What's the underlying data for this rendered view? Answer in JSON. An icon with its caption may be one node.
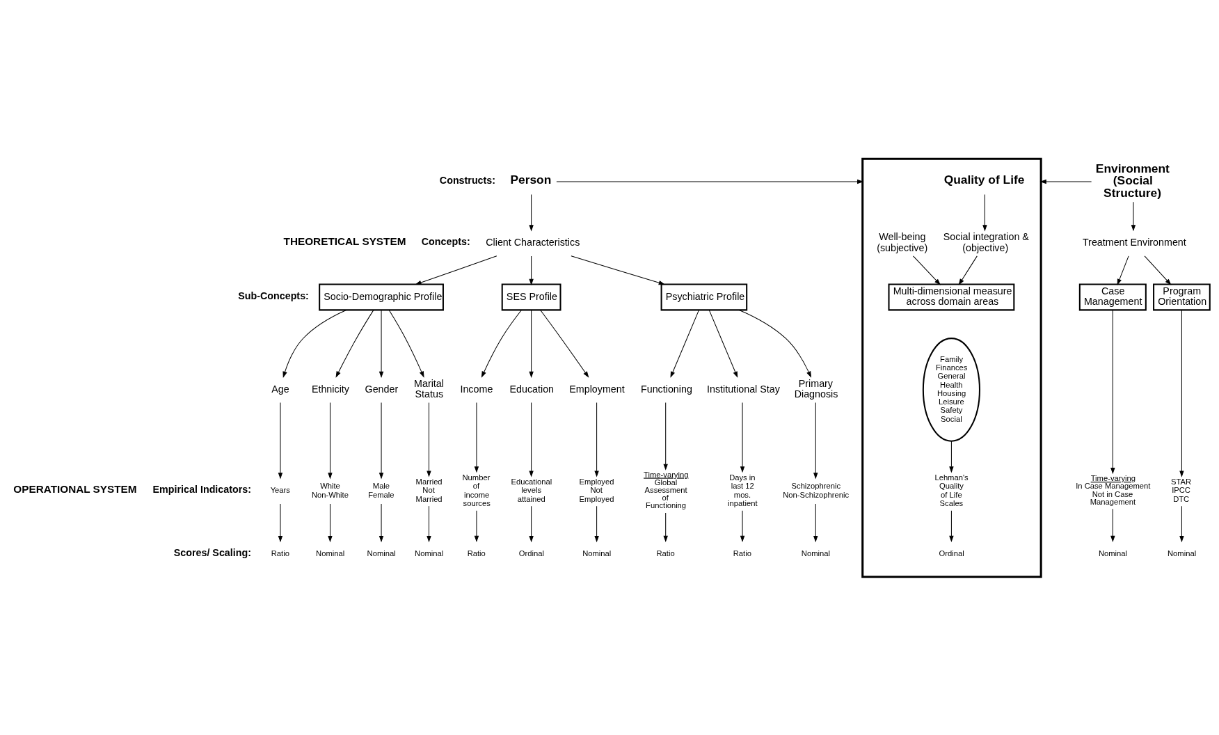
{
  "diagram": {
    "nodes": [
      {
        "text": [
          "Person"
        ]
      },
      {
        "text": [],
        "shape": "box"
      },
      {
        "text": [
          "Quality of Life"
        ],
        "in": 1
      },
      {
        "text": [
          "Environment (Social Structure)"
        ]
      },
      {
        "text": [
          "Client Characteristics"
        ]
      },
      {
        "text": [
          "Social integration & (objective)"
        ],
        "in": 1
      },
      {
        "text": [
          "Well-being (subjective)"
        ],
        "in": 1
      },
      {
        "text": [
          "Treatment Environment"
        ]
      },
      {
        "text": [
          "Socio-Demographic Profile"
        ]
      },
      {
        "text": [
          "SES Profile"
        ]
      },
      {
        "text": [
          "Psychiatric Profile"
        ]
      },
      {
        "text": [
          "Multi-dimensional measure across domain areas"
        ],
        "in": 1
      },
      {
        "text": [
          "Case Management"
        ]
      },
      {
        "text": [
          "Program Orientation"
        ]
      },
      {
        "text": [
          "Income"
        ]
      },
      {
        "text": [
          "Education"
        ]
      },
      {
        "text": [
          "Functioning"
        ]
      },
      {
        "text": [
          "Institutional Stay"
        ]
      },
      {
        "text": [
          "Family Finances General Health Housing Leisure Safety Social"
        ],
        "in": 1
      },
      {
        "text": [
          "Age"
        ]
      },
      {
        "text": [
          "Ethnicity"
        ]
      },
      {
        "text": [
          "Gender"
        ]
      },
      {
        "text": [
          "Marital Status"
        ]
      },
      {
        "text": [
          "Employment"
        ]
      },
      {
        "text": [
          "Primary Diagnosis"
        ]
      },
      {
        "text": [
          "Years"
        ]
      },
      {
        "text": [
          "White Non-White"
        ]
      },
      {
        "text": [
          "Male Female"
        ]
      },
      {
        "text": [
          "Married Not Married"
        ]
      },
      {
        "text": [
          "Number of income sources"
        ]
      },
      {
        "text": [
          "Employed Not Employed"
        ]
      },
      {
        "text": [
          "Educational levels attained"
        ]
      },
      {
        "text": [
          "Time-varying",
          "Global Assessment of Functioning"
        ]
      },
      {
        "text": [
          "Schizophrenic Non-Schizophrenic"
        ]
      },
      {
        "text": [
          "Days in last 12 mos. inpatient"
        ]
      },
      {
        "text": [
          "Lehman's Quality of Life Scales"
        ],
        "in": 1
      },
      {
        "text": [
          "Time-varying",
          "In Case Management Not in Case Management"
        ]
      },
      {
        "text": [
          "STAR IPCC DTC"
        ]
      },
      {
        "text": [
          "Ratio"
        ]
      },
      {
        "text": [
          "Nominal"
        ]
      },
      {
        "text": [
          "Nominal"
        ]
      },
      {
        "text": [
          "Nominal"
        ]
      },
      {
        "text": [
          "Ratio"
        ]
      },
      {
        "text": [
          "Nominal"
        ]
      },
      {
        "text": [
          "Ordinal"
        ]
      },
      {
        "text": [
          "Ratio"
        ]
      },
      {
        "text": [
          "Nominal"
        ]
      },
      {
        "text": [
          "Ratio"
        ]
      },
      {
        "text": [
          "Ordinal"
        ],
        "in": 1
      },
      {
        "text": [
          "Nominal"
        ]
      },
      {
        "text": [
          "Nominal"
        ]
      }
    ],
    "edges": [
      {
        "from": 0,
        "to": 1,
        "arrow": "to"
      },
      {
        "from": 3,
        "to": 1,
        "arrow": "to"
      },
      {
        "from": 0,
        "to": 4,
        "arrow": "to"
      },
      {
        "from": 2,
        "to": 5,
        "arrow": "to"
      },
      {
        "from": 3,
        "to": 7,
        "arrow": "to"
      },
      {
        "from": 4,
        "to": 8,
        "arrow": "to"
      },
      {
        "from": 4,
        "to": 9,
        "arrow": "to"
      },
      {
        "from": 4,
        "to": 10,
        "arrow": "to"
      },
      {
        "from": 5,
        "to": 11,
        "arrow": "to"
      },
      {
        "from": 6,
        "to": 11,
        "arrow": "to"
      },
      {
        "from": 7,
        "to": 12,
        "arrow": "to"
      },
      {
        "from": 7,
        "to": 13,
        "arrow": "to"
      },
      {
        "from": 8,
        "to": 19,
        "arrow": "to"
      },
      {
        "from": 8,
        "to": 20,
        "arrow": "to"
      },
      {
        "from": 8,
        "to": 21,
        "arrow": "to"
      },
      {
        "from": 8,
        "to": 22,
        "arrow": "to"
      },
      {
        "from": 9,
        "to": 14,
        "arrow": "to"
      },
      {
        "from": 9,
        "to": 23,
        "arrow": "to"
      },
      {
        "from": 9,
        "to": 15,
        "arrow": "to"
      },
      {
        "from": 10,
        "to": 16,
        "arrow": "to"
      },
      {
        "from": 10,
        "to": 24,
        "arrow": "to"
      },
      {
        "from": 10,
        "to": 17,
        "arrow": "to"
      },
      {
        "from": 18,
        "to": 35,
        "arrow": "to"
      },
      {
        "from": 12,
        "to": 36,
        "arrow": "to"
      },
      {
        "from": 13,
        "to": 37,
        "arrow": "to"
      },
      {
        "from": 19,
        "to": 25,
        "arrow": "to"
      },
      {
        "from": 20,
        "to": 26,
        "arrow": "to"
      },
      {
        "from": 21,
        "to": 27,
        "arrow": "to"
      },
      {
        "from": 22,
        "to": 28,
        "arrow": "to"
      },
      {
        "from": 14,
        "to": 29,
        "arrow": "to"
      },
      {
        "from": 23,
        "to": 30,
        "arrow": "to"
      },
      {
        "from": 15,
        "to": 31,
        "arrow": "to"
      },
      {
        "from": 16,
        "to": 32,
        "arrow": "to"
      },
      {
        "from": 24,
        "to": 33,
        "arrow": "to"
      },
      {
        "from": 17,
        "to": 34,
        "arrow": "to"
      },
      {
        "from": 25,
        "to": 38,
        "arrow": "to"
      },
      {
        "from": 26,
        "to": 39,
        "arrow": "to"
      },
      {
        "from": 27,
        "to": 40,
        "arrow": "to"
      },
      {
        "from": 28,
        "to": 41,
        "arrow": "to"
      },
      {
        "from": 29,
        "to": 42,
        "arrow": "to"
      },
      {
        "from": 30,
        "to": 43,
        "arrow": "to"
      },
      {
        "from": 31,
        "to": 44,
        "arrow": "to"
      },
      {
        "from": 32,
        "to": 45,
        "arrow": "to"
      },
      {
        "from": 33,
        "to": 46,
        "arrow": "to"
      },
      {
        "from": 34,
        "to": 47,
        "arrow": "to"
      },
      {
        "from": 35,
        "to": 48,
        "arrow": "to"
      },
      {
        "from": 36,
        "to": 49,
        "arrow": "to"
      },
      {
        "from": 37,
        "to": 50,
        "arrow": "to"
      }
    ],
    "labels": [
      "THEORETICAL SYSTEM",
      "Constructs:",
      "Concepts:",
      "Sub-Concepts:",
      "OPERATIONAL SYSTEM",
      "Empirical Indicators:",
      "Scores/ Scaling:"
    ]
  }
}
